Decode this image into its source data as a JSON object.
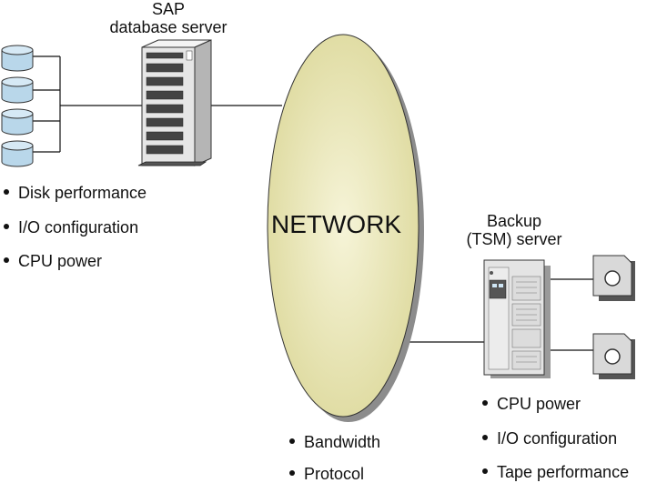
{
  "sap_server": {
    "title_line1": "SAP",
    "title_line2": "database server",
    "bullets": [
      "Disk performance",
      "I/O configuration",
      "CPU power"
    ]
  },
  "network": {
    "label": "NETWORK",
    "bullets": [
      "Bandwidth",
      "Protocol"
    ]
  },
  "backup_server": {
    "title_line1": "Backup",
    "title_line2": "(TSM) server",
    "bullets": [
      "CPU power",
      "I/O configuration",
      "Tape performance"
    ]
  },
  "colors": {
    "ellipse_fill": "#e9e6b8",
    "disk_fill": "#b9d7ea",
    "server_fill": "#e6e6e6",
    "line": "#111111"
  }
}
